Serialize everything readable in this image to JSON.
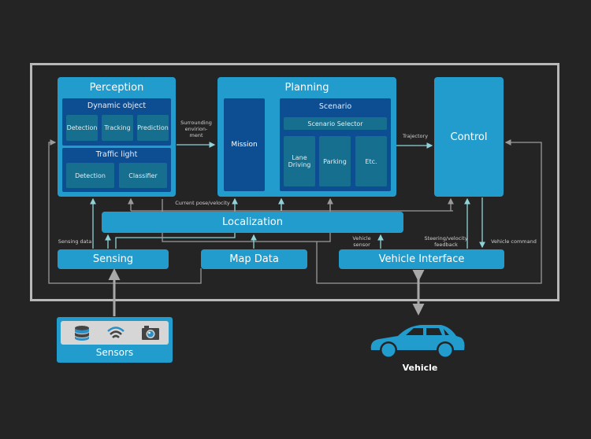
{
  "modules": {
    "perception": {
      "title": "Perception",
      "dynamic_object": {
        "title": "Dynamic object",
        "items": [
          "Detection",
          "Tracking",
          "Prediction"
        ]
      },
      "traffic_light": {
        "title": "Traffic light",
        "items": [
          "Detection",
          "Classifier"
        ]
      }
    },
    "planning": {
      "title": "Planning",
      "mission": "Mission",
      "scenario": {
        "title": "Scenario",
        "selector": "Scenario Selector",
        "items": [
          "Lane Driving",
          "Parking",
          "Etc."
        ]
      }
    },
    "control": {
      "title": "Control"
    },
    "localization": {
      "title": "Localization"
    },
    "sensing": {
      "title": "Sensing"
    },
    "map_data": {
      "title": "Map Data"
    },
    "vehicle_interface": {
      "title": "Vehicle Interface"
    },
    "sensors": {
      "title": "Sensors",
      "icons": [
        "database-icon",
        "wireless-icon",
        "camera-icon"
      ]
    },
    "vehicle": {
      "title": "Vehicle",
      "icon": "car-icon"
    }
  },
  "edge_labels": {
    "surrounding": "Surrounding envirion- ment",
    "trajectory": "Trajectory",
    "current_pose": "Current pose/velocity",
    "sensing_data": "Sensing data",
    "vehicle_sensor": "Vehicle sensor",
    "steering_feedback": "Steering/velocity feedback",
    "vehicle_command": "Vehicle command"
  },
  "colors": {
    "background": "#242424",
    "module": "#229ccc",
    "inner_dark": "#0d4d92",
    "inner_teal": "#166f8e",
    "frame": "#b8b8b8",
    "wire_cyan": "#8fd3d8",
    "wire_gray": "#9a9a9a"
  }
}
